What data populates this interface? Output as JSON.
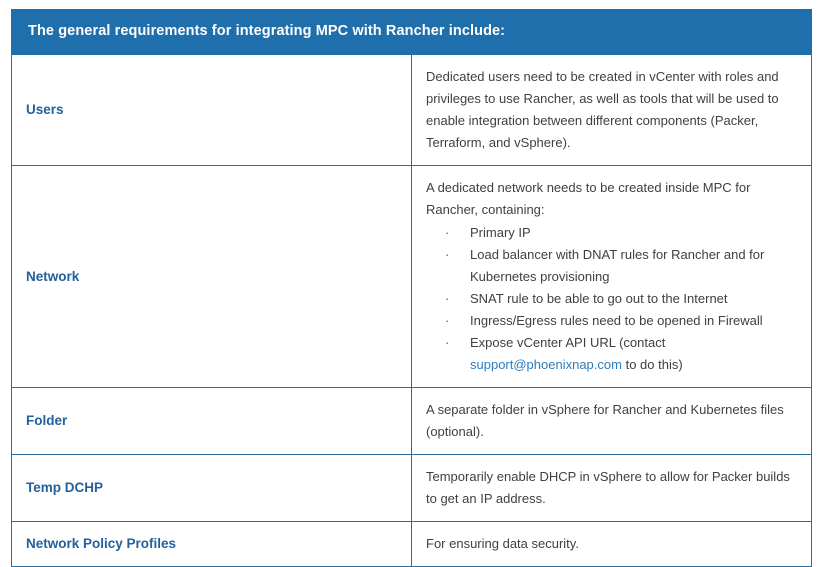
{
  "table": {
    "header": {
      "title": "The general requirements for integrating MPC with Rancher include:",
      "background_color": "#1f6fad",
      "text_color": "#ffffff"
    },
    "border_color": "#2c6f9b",
    "label_color": "#24609c",
    "body_text_color": "#404040",
    "link_color": "#2e7dbf",
    "rows": [
      {
        "label": "Users",
        "intro": "Dedicated users need to be created in vCenter with roles and privileges to use Rancher, as well as tools that will be used to enable integration between different components (Packer, Terraform, and vSphere).",
        "bullets": []
      },
      {
        "label": "Network",
        "intro": "A dedicated network needs to be created inside MPC for Rancher, containing:",
        "bullets": [
          {
            "text": "Primary IP"
          },
          {
            "text": "Load balancer with DNAT rules for Rancher and for Kubernetes provisioning"
          },
          {
            "text": "SNAT rule to be able to go out to the Internet"
          },
          {
            "text": "Ingress/Egress rules need to be opened in Firewall"
          },
          {
            "prefix": "Expose vCenter API URL (contact ",
            "link": "support@phoenixnap.com",
            "suffix": " to do this)"
          }
        ]
      },
      {
        "label": "Folder",
        "intro": "A separate folder in vSphere for Rancher and Kubernetes files (optional).",
        "bullets": []
      },
      {
        "label": "Temp DCHP",
        "intro": "Temporarily enable DHCP in vSphere to allow for Packer builds to get an IP address.",
        "bullets": []
      },
      {
        "label": "Network Policy Profiles",
        "intro": "For ensuring data security.",
        "bullets": []
      }
    ]
  },
  "icons": {
    "bullet_glyph": "·"
  }
}
